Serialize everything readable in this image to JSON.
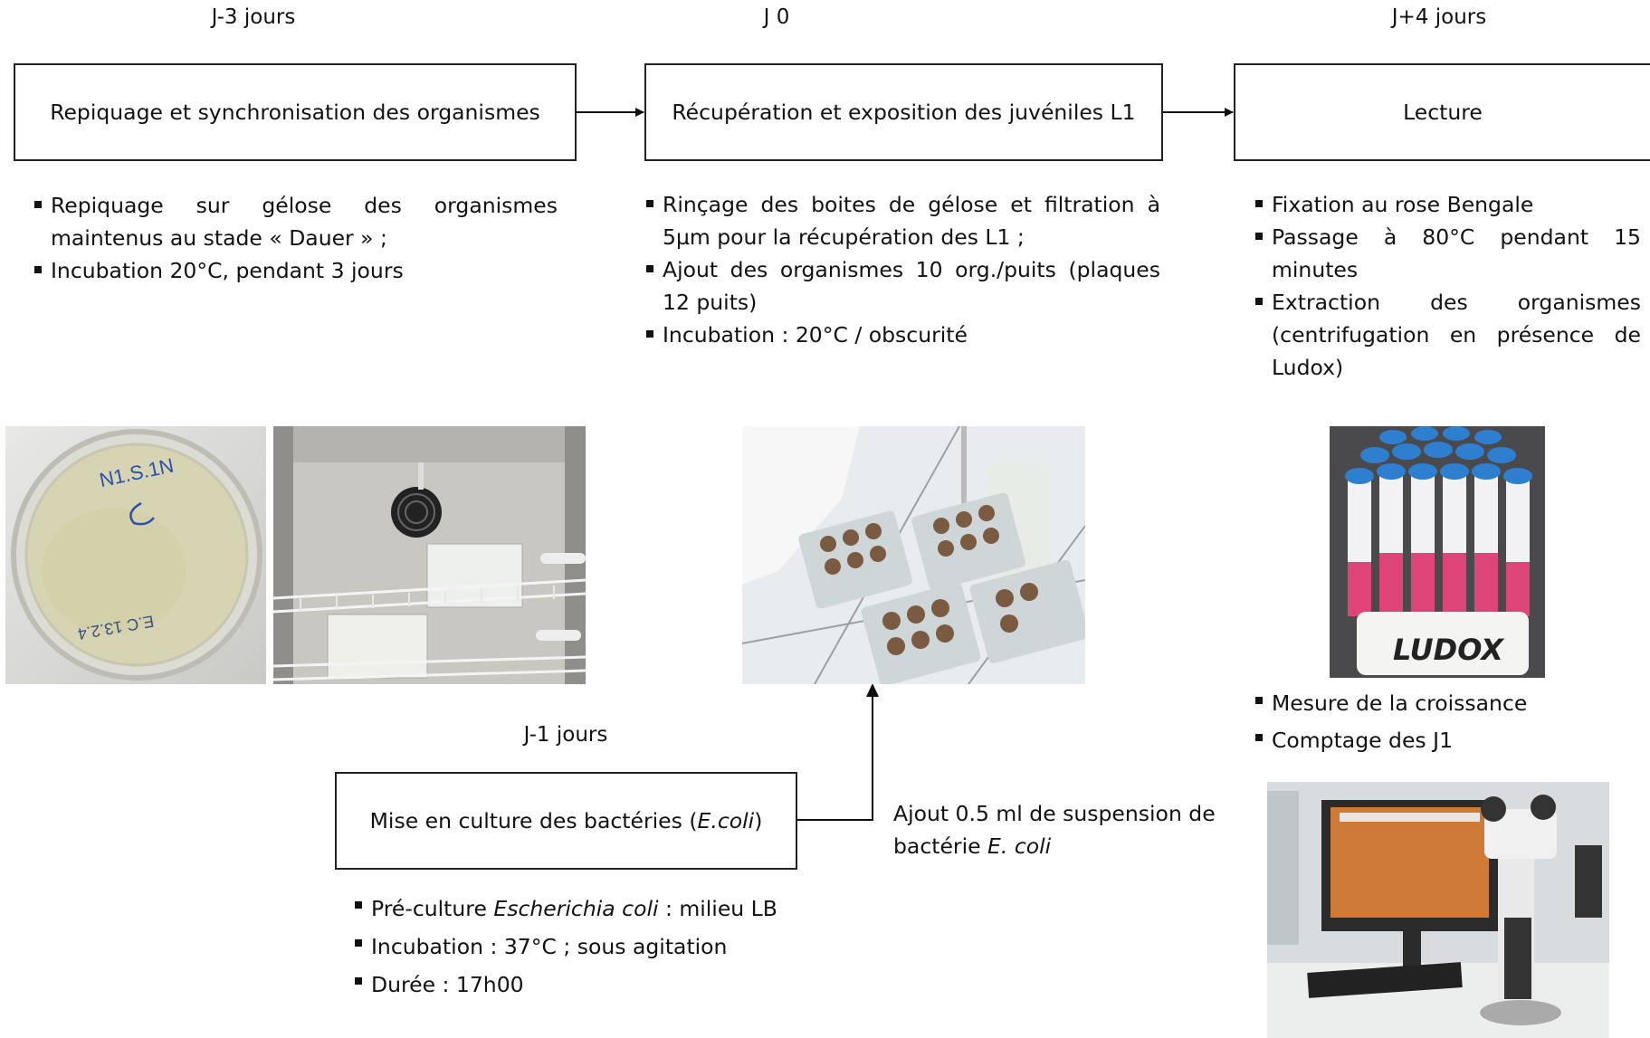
{
  "stages": {
    "stage1": {
      "day": "J-3 jours",
      "title": "Repiquage et synchronisation des organismes",
      "bullets": [
        "Repiquage sur gélose des organismes maintenus au stade « Dauer » ;",
        "Incubation 20°C, pendant 3 jours"
      ]
    },
    "stage2": {
      "day": "J 0",
      "title": "Récupération et exposition des juvéniles L1",
      "bullets": [
        "Rinçage des boites de gélose et filtration à 5µm pour la récupération des L1 ;",
        "Ajout des organismes 10 org./puits (plaques 12 puits)",
        "Incubation : 20°C / obscurité"
      ]
    },
    "stage3": {
      "day": "J+4 jours",
      "title": "Lecture",
      "bullets": [
        "Fixation au rose Bengale",
        "Passage à 80°C pendant 15 minutes",
        "Extraction des organismes (centrifugation en présence de Ludox)"
      ],
      "bullets2": [
        "Mesure de la croissance",
        "Comptage des J1"
      ],
      "photo_label": "LUDOX"
    },
    "stage0": {
      "day": "J-1 jours",
      "title_prefix": "Mise en culture des bactéries (",
      "title_italic": "E.coli",
      "title_suffix": ")",
      "bullets": [
        {
          "pre": "Pré-culture ",
          "it": "Escherichia coli",
          "post": " : milieu LB"
        },
        {
          "pre": "Incubation : 37°C ; sous agitation",
          "it": "",
          "post": ""
        },
        {
          "pre": "Durée : 17h00",
          "it": "",
          "post": ""
        }
      ],
      "note_line1": "Ajout 0.5 ml de suspension de",
      "note_line2_pre": "bactérie ",
      "note_line2_it": "E. coli"
    }
  },
  "photo_petri_text": [
    "N1.S.1N",
    "E.C 13.2.4"
  ],
  "colors": {
    "border": "#222222",
    "arrow": "#111111",
    "tube_cap": "#2f7fd0",
    "tube_liquid": "#e0457a"
  }
}
